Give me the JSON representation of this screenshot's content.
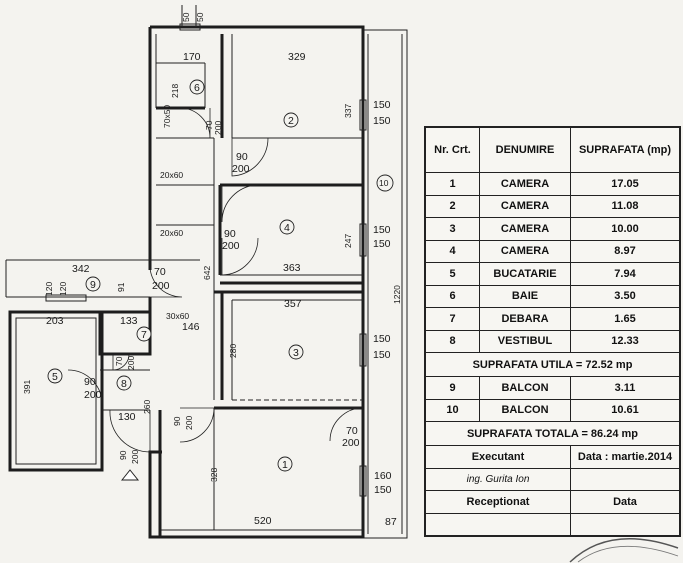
{
  "plan": {
    "dims": {
      "top_50_a": "50",
      "top_50_b": "50",
      "d170": "170",
      "d329": "329",
      "d218": "218",
      "d70x50": "70x50",
      "d70_200_a": "70",
      "d200_a": "200",
      "d337": "337",
      "d150_1a": "150",
      "d150_1b": "150",
      "d90_200_a": "90",
      "d200_b": "200",
      "d20x60_a": "20x60",
      "d20x60_b": "20x60",
      "d90_200_b": "90",
      "d200_c": "200",
      "d247": "247",
      "d150_2a": "150",
      "d150_2b": "150",
      "d363": "363",
      "d642": "642",
      "d342": "342",
      "d120_a": "120",
      "d120_b": "120",
      "d91": "91",
      "d70_200_c": "70",
      "d200_d": "200",
      "d357": "357",
      "d30x60": "30x60",
      "d1220": "1220",
      "d203": "203",
      "d133": "133",
      "d146": "146",
      "d70_200_d": "70",
      "d200_e": "200",
      "d280": "280",
      "d150_3a": "150",
      "d150_3b": "150",
      "d391": "391",
      "d90_200_e": "90",
      "d200_f": "200",
      "d130": "130",
      "d260": "260",
      "d90_200_f": "90",
      "d200_g": "200",
      "d70_200_g": "70",
      "d200_h": "200",
      "d90_200_h": "90",
      "d200_i": "200",
      "d328": "328",
      "d160": "160",
      "d150_4": "150",
      "d520": "520",
      "d87": "87"
    },
    "rooms": {
      "r1": "1",
      "r2": "2",
      "r3": "3",
      "r4": "4",
      "r5": "5",
      "r6": "6",
      "r7": "7",
      "r8": "8",
      "r9": "9",
      "r10": "10"
    }
  },
  "legend": {
    "headers": {
      "nr": "Nr. Crt.",
      "den": "DENUMIRE",
      "sup": "SUPRAFATA (mp)"
    },
    "rows": [
      {
        "nr": "1",
        "name": "CAMERA",
        "area": "17.05"
      },
      {
        "nr": "2",
        "name": "CAMERA",
        "area": "11.08"
      },
      {
        "nr": "3",
        "name": "CAMERA",
        "area": "10.00"
      },
      {
        "nr": "4",
        "name": "CAMERA",
        "area": "8.97"
      },
      {
        "nr": "5",
        "name": "BUCATARIE",
        "area": "7.94"
      },
      {
        "nr": "6",
        "name": "BAIE",
        "area": "3.50"
      },
      {
        "nr": "7",
        "name": "DEBARA",
        "area": "1.65"
      },
      {
        "nr": "8",
        "name": "VESTIBUL",
        "area": "12.33"
      }
    ],
    "useful": "SUPRAFATA UTILA = 72.52 mp",
    "balcony_rows": [
      {
        "nr": "9",
        "name": "BALCON",
        "area": "3.11"
      },
      {
        "nr": "10",
        "name": "BALCON",
        "area": "10.61"
      }
    ],
    "total": "SUPRAFATA TOTALA = 86.24 mp",
    "executant_label": "Executant",
    "date_label": "Data : martie.2014",
    "engineer": "ing. Gurita Ion",
    "receptionat_label": "Receptionat",
    "data_label": "Data"
  }
}
